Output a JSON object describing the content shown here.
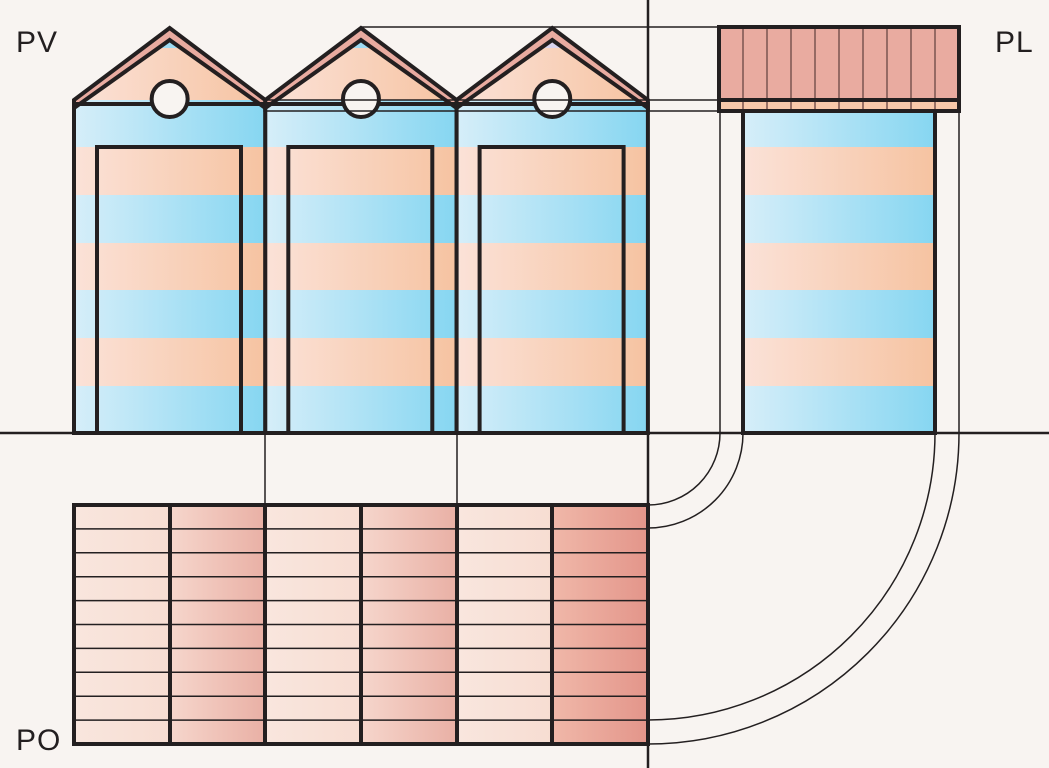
{
  "labels": {
    "front_view": "PV",
    "side_view": "PL",
    "plan_view": "PO"
  },
  "structure": {
    "cabin_count": 3,
    "plan_strips": 10,
    "side_roof_panels": 10
  },
  "colors": {
    "background": "#f8f4f1",
    "stroke": "#231f20",
    "blue_light": "#d3edf9",
    "blue_dark": "#86d6f1",
    "peach_light": "#fbe0d6",
    "peach_dark": "#f6c3a1",
    "roof": "#e9aba0",
    "plan_light": "#f9e3da",
    "plan_dark": "#e59a8d"
  }
}
